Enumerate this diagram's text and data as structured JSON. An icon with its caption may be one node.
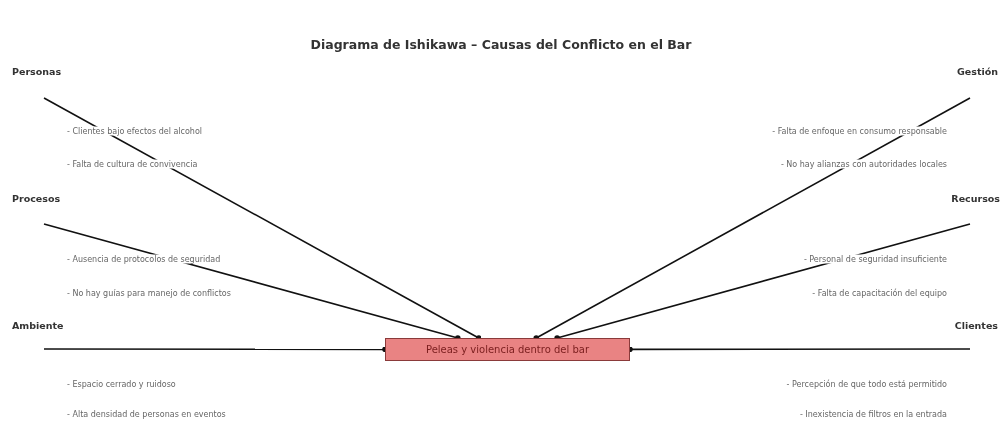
{
  "diagram": {
    "title": "Diagrama de Ishikawa – Causas del Conflicto en el Bar",
    "nodes": [
      {
        "text": [
          "Peleas y violencia dentro del bar"
        ]
      },
      {
        "text": [
          "Personas"
        ]
      },
      {
        "text": [
          "Procesos"
        ]
      },
      {
        "text": [
          "Ambiente"
        ]
      },
      {
        "text": [
          "Gestión"
        ]
      },
      {
        "text": [
          "Recursos"
        ]
      },
      {
        "text": [
          "Clientes"
        ]
      }
    ],
    "edges": [
      {
        "from": 1,
        "to": 0,
        "arrow": "other"
      },
      {
        "from": 2,
        "to": 0,
        "arrow": "other"
      },
      {
        "from": 3,
        "to": 0,
        "arrow": "other"
      },
      {
        "from": 4,
        "to": 0,
        "arrow": "other"
      },
      {
        "from": 5,
        "to": 0,
        "arrow": "other"
      },
      {
        "from": 6,
        "to": 0,
        "arrow": "other"
      }
    ],
    "labels": [
      "- Clientes bajo efectos del alcohol",
      "- Falta de enfoque en consumo responsable",
      "- Falta de cultura de convivencia",
      "- No hay alianzas con autoridades locales",
      "- Ausencia de protocolos de seguridad",
      "- Personal de seguridad insuficiente",
      "- No hay guías para manejo de conflictos",
      "- Falta de capacitación del equipo",
      "- Espacio cerrado y ruidoso",
      "- Percepción de que todo está permitido",
      "- Alta densidad de personas en eventos",
      "- Inexistencia de filtros en la entrada"
    ]
  }
}
